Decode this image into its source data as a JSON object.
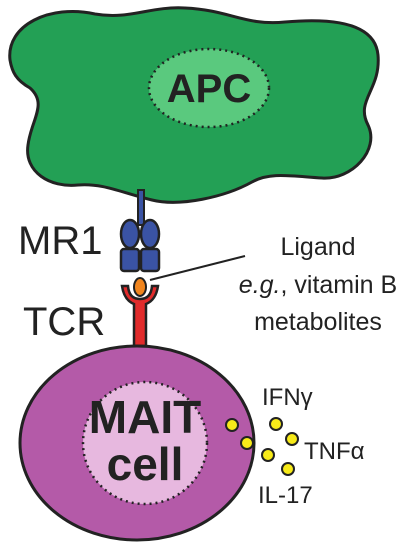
{
  "labels": {
    "apc": "APC",
    "mr1": "MR1",
    "tcr": "TCR",
    "ligand_line1": "Ligand",
    "ligand_eg": "e.g.",
    "ligand_line2_rest": ", vitamin B",
    "ligand_line3": "metabolites",
    "mait_line1": "MAIT",
    "mait_line2": "cell"
  },
  "cytokines": [
    "IFNγ",
    "TNFα",
    "IL-17"
  ],
  "colors": {
    "apc_fill": "#23a055",
    "apc_nucleus": "#5ac97e",
    "mr1": "#3a53a4",
    "tcr": "#e12b2b",
    "ligand": "#f0851e",
    "mait_fill": "#b45aa8",
    "mait_nucleus": "#e7b8df",
    "cytokine_dots": "#f7ea19",
    "outline": "#222222"
  },
  "icons": {
    "mr1": "mhc-like-receptor-icon",
    "tcr": "t-cell-receptor-icon",
    "ligand": "ligand-molecule-icon",
    "cytokines": "secreted-cytokine-dots-icon"
  }
}
